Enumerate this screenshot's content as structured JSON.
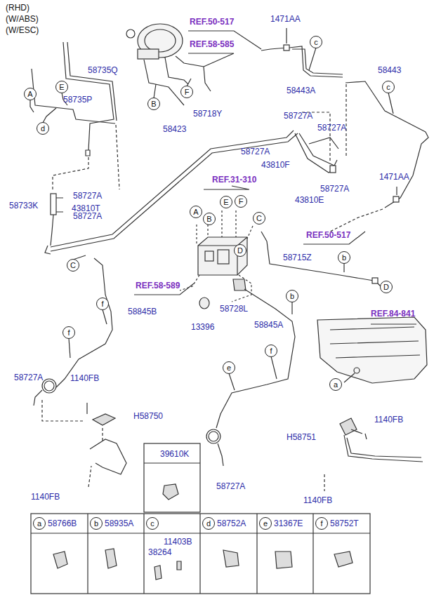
{
  "diagram": {
    "nodes": [
      {
        "text": [
          "A"
        ]
      },
      {
        "text": [
          "E"
        ]
      },
      {
        "text": [
          "B"
        ]
      },
      {
        "text": [
          "F"
        ]
      },
      {
        "text": [
          "c"
        ]
      },
      {
        "text": [
          "c"
        ]
      },
      {
        "text": [
          "d"
        ]
      },
      {
        "text": [
          "A"
        ]
      },
      {
        "text": [
          "E"
        ]
      },
      {
        "text": [
          "F"
        ]
      },
      {
        "text": [
          "B"
        ]
      },
      {
        "text": [
          "C"
        ]
      },
      {
        "text": [
          "D"
        ]
      },
      {
        "text": [
          "C"
        ]
      },
      {
        "text": [
          "b"
        ]
      },
      {
        "text": [
          "D"
        ]
      },
      {
        "text": [
          "b"
        ]
      },
      {
        "text": [
          "f"
        ]
      },
      {
        "text": [
          "f"
        ]
      },
      {
        "text": [
          "f"
        ]
      },
      {
        "text": [
          "e"
        ]
      },
      {
        "text": [
          "a"
        ]
      },
      {
        "text": [
          "a"
        ]
      },
      {
        "text": [
          "b"
        ]
      },
      {
        "text": [
          "c"
        ]
      },
      {
        "text": [
          "d"
        ]
      },
      {
        "text": [
          "e"
        ]
      },
      {
        "text": [
          "f"
        ]
      }
    ],
    "labels": [
      "(RHD)",
      "(W/ABS)",
      "(W/ESC)",
      "REF.50-517",
      "1471AA",
      "REF.58-585",
      "58735Q",
      "58443",
      "58443A",
      "58735P",
      "58718Y",
      "58423",
      "58727A",
      "58727A",
      "58727A",
      "43810F",
      "REF.31-310",
      "58727A",
      "43810E",
      "1471AA",
      "58727A",
      "58733K",
      "43810T",
      "58727A",
      "REF.50-517",
      "58715Z",
      "REF.58-589",
      "58728L",
      "58845B",
      "13396",
      "58845A",
      "REF.84-841",
      "58727A",
      "1140FB",
      "H58750",
      "1140FB",
      "H58751",
      "39610K",
      "58727A",
      "1140FB",
      "1140FB",
      "58766B",
      "58935A",
      "11403B",
      "38264",
      "58752A",
      "31367E",
      "58752T"
    ]
  }
}
